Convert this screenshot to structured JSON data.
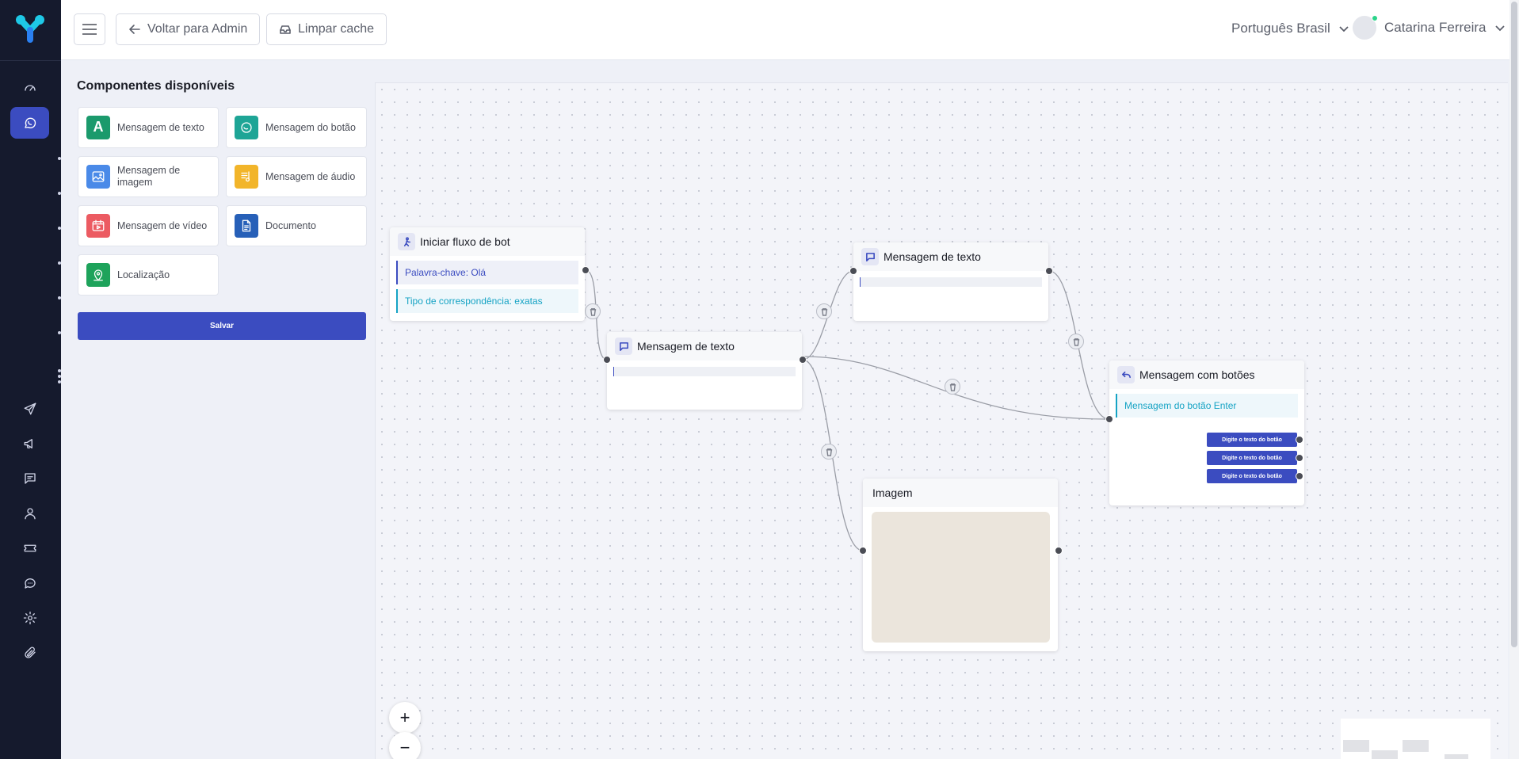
{
  "header": {
    "back_button": "Voltar para Admin",
    "clear_cache_button": "Limpar cache",
    "language": "Português Brasil",
    "user_name": "Catarina Ferreira"
  },
  "sidebar": {
    "items": [
      {
        "icon": "dashboard-icon"
      },
      {
        "icon": "whatsapp-icon",
        "active": true
      },
      {
        "icon": "send-icon"
      },
      {
        "icon": "megaphone-icon"
      },
      {
        "icon": "message-icon"
      },
      {
        "icon": "user-icon"
      },
      {
        "icon": "ticket-icon"
      },
      {
        "icon": "chat-icon"
      },
      {
        "icon": "settings-icon"
      },
      {
        "icon": "attachment-icon"
      }
    ]
  },
  "panel": {
    "title": "Componentes disponíveis",
    "components": [
      {
        "label": "Mensagem de texto",
        "icon": "letter-a-icon",
        "color": "#1b9a6c"
      },
      {
        "label": "Mensagem do botão",
        "icon": "chat-bubble-icon",
        "color": "#1ea596"
      },
      {
        "label": "Mensagem de imagem",
        "icon": "image-icon",
        "color": "#4a8ae8"
      },
      {
        "label": "Mensagem de áudio",
        "icon": "music-icon",
        "color": "#f2b52a"
      },
      {
        "label": "Mensagem de vídeo",
        "icon": "video-icon",
        "color": "#ec5b62"
      },
      {
        "label": "Documento",
        "icon": "document-icon",
        "color": "#2760b8"
      },
      {
        "label": "Localização",
        "icon": "map-pin-icon",
        "color": "#1ea35b"
      }
    ],
    "save_button": "Salvar"
  },
  "flow": {
    "start": {
      "title": "Iniciar fluxo de bot",
      "keyword": "Palavra-chave: Olá",
      "match_type": "Tipo de correspondência: exatas"
    },
    "text_message_1": {
      "title": "Mensagem de texto"
    },
    "text_message_2": {
      "title": "Mensagem de texto"
    },
    "image": {
      "title": "Imagem"
    },
    "buttons": {
      "title": "Mensagem com botões",
      "body": "Mensagem do botão Enter",
      "options": [
        "Digite o texto do botão",
        "Digite o texto do botão",
        "Digite o texto do botão"
      ]
    }
  },
  "zoom": {
    "in": "+",
    "out": "−"
  },
  "colors": {
    "primary": "#3b4cc0",
    "sidebar": "#151a2d",
    "online": "#2bd48a"
  }
}
